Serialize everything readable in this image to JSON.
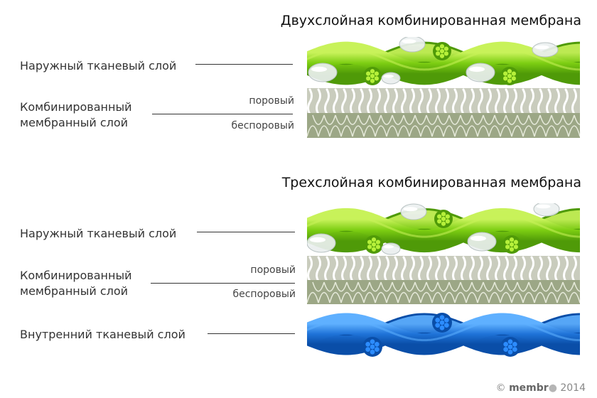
{
  "panels": [
    {
      "title": "Двухслойная комбинированная мембрана",
      "outer_label": "Наружный тканевый слой",
      "membrane_label": [
        "Комбинированный",
        "мембранный слой"
      ],
      "porous_label": "поровый",
      "nonporous_label": "беспоровый"
    },
    {
      "title": "Трехслойная комбинированная мембрана",
      "outer_label": "Наружный тканевый слой",
      "membrane_label": [
        "Комбинированный",
        "мембранный слой"
      ],
      "porous_label": "поровый",
      "nonporous_label": "беспоровый",
      "inner_label": "Внутренний тканевый слой"
    }
  ],
  "copyright": {
    "symbol": "©",
    "brand": "membr",
    "year": "2014"
  },
  "colors": {
    "fabric_green": "#7ccd12",
    "fabric_green_dark": "#4f9a08",
    "fabric_blue": "#1f73d8",
    "fabric_blue_dark": "#0a4ea8",
    "porous_fill": "#c9ccbd",
    "nonporous_fill": "#9ca786"
  }
}
